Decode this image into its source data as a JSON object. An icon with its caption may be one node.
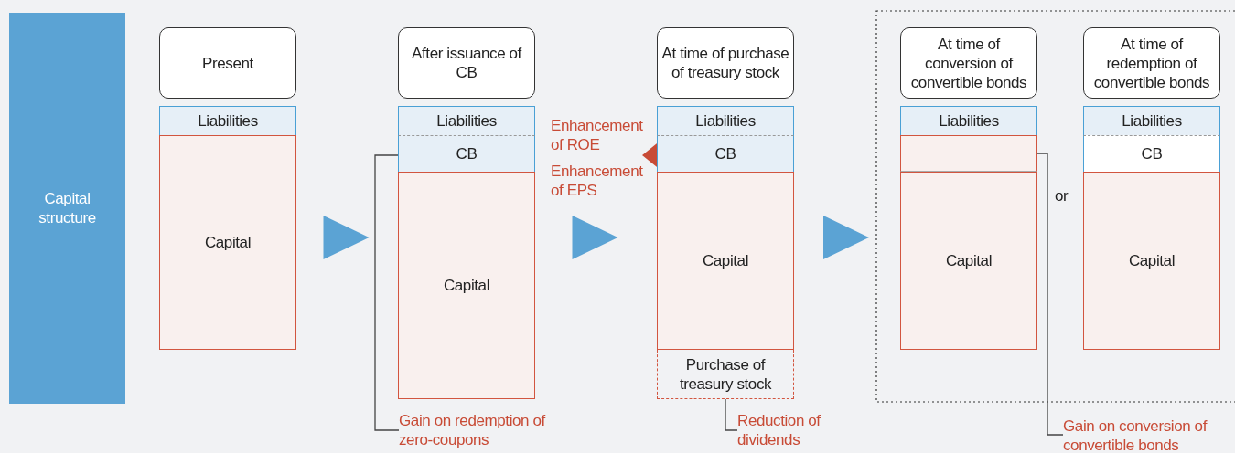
{
  "diagram": {
    "nodes": [
      {
        "text": [
          "Capital structure"
        ]
      },
      {
        "text": [
          "Present"
        ]
      },
      {
        "text": [
          "Liabilities"
        ]
      },
      {
        "text": [
          "Capital"
        ]
      },
      {
        "text": [
          "After issuance of CB"
        ]
      },
      {
        "text": [
          "Liabilities"
        ]
      },
      {
        "text": [
          "CB"
        ]
      },
      {
        "text": [
          "Capital"
        ]
      },
      {
        "text": [
          "At time of purchase of treasury stock"
        ]
      },
      {
        "text": [
          "Liabilities"
        ]
      },
      {
        "text": [
          "CB"
        ]
      },
      {
        "text": [
          "Capital"
        ]
      },
      {
        "text": [
          "Purchase of treasury stock"
        ]
      },
      {
        "text": [
          "At time of conversion of convertible bonds"
        ]
      },
      {
        "text": [
          "Liabilities"
        ]
      },
      {
        "text": [],
        "shape": "box"
      },
      {
        "text": [
          "Capital"
        ]
      },
      {
        "text": [
          "At time of redemption of convertible bonds"
        ]
      },
      {
        "text": [
          "Liabilities"
        ]
      },
      {
        "text": [
          "CB"
        ]
      },
      {
        "text": [
          "Capital"
        ]
      },
      {
        "text": [
          "Gain on redemption of zero-coupons"
        ]
      },
      {
        "text": [
          "Reduction of dividends"
        ]
      },
      {
        "text": [
          "Gain on conversion of convertible bonds"
        ]
      },
      {
        "text": [
          "Enhancement of ROE"
        ]
      },
      {
        "text": [
          "Enhancement of EPS"
        ]
      }
    ],
    "edges": [
      {
        "from": 3,
        "to": 7,
        "arrow": "to"
      },
      {
        "from": 7,
        "to": 11,
        "arrow": "to"
      },
      {
        "from": 11,
        "to": 16,
        "arrow": "to"
      },
      {
        "from": 10,
        "to": null,
        "arrow": "to",
        "style": "thick",
        "color": "#c84b36"
      },
      {
        "from": 6,
        "to": 21,
        "arrow": "none"
      },
      {
        "from": 12,
        "to": 22,
        "arrow": "none"
      },
      {
        "from": 15,
        "to": 23,
        "arrow": "none"
      }
    ],
    "labels": [
      "or"
    ]
  }
}
